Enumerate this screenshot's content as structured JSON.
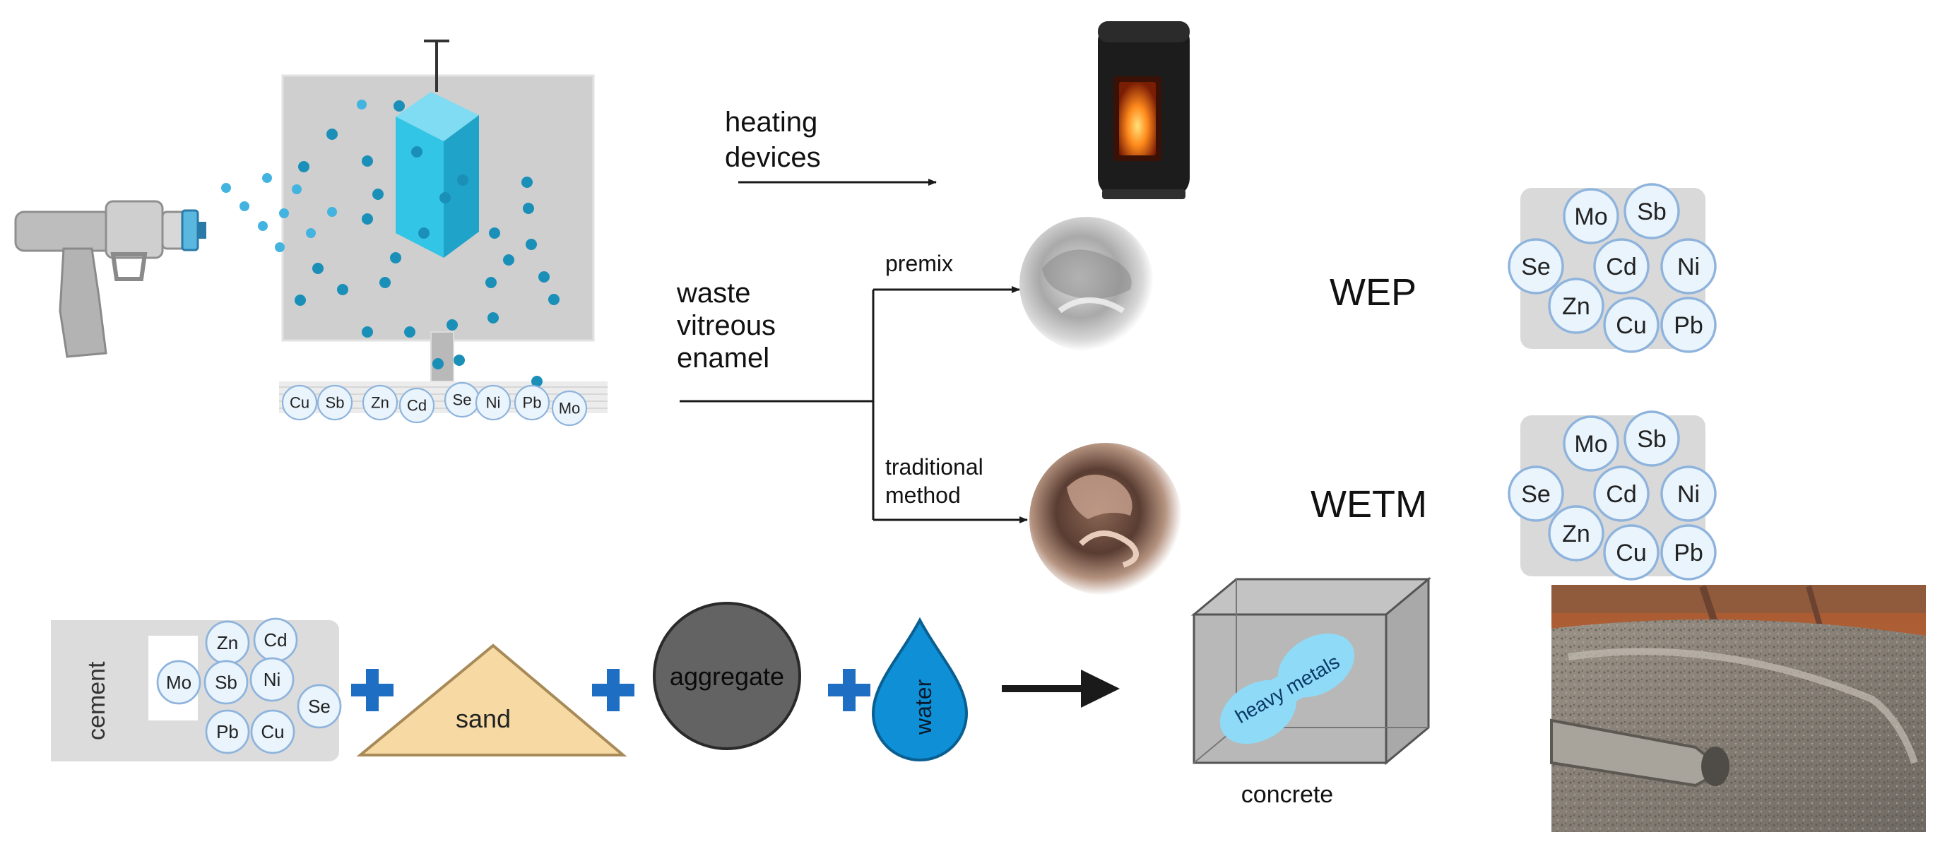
{
  "diagram": {
    "flow_labels": {
      "heating": "heating devices",
      "waste_line1": "waste",
      "waste_line2": "vitreous",
      "waste_line3": "enamel",
      "premix": "premix",
      "traditional_line1": "traditional",
      "traditional_line2": "method",
      "wep": "WEP",
      "wetm": "WETM"
    },
    "spray_booth_metals": [
      "Cu",
      "Sb",
      "Zn",
      "Cd",
      "Se",
      "Ni",
      "Pb",
      "Mo"
    ],
    "metal_cluster": [
      "Mo",
      "Sb",
      "Se",
      "Cd",
      "Ni",
      "Zn",
      "Cu",
      "Pb"
    ],
    "concrete_mix": {
      "cement": "cement",
      "cement_metals": [
        "Zn",
        "Cd",
        "Mo",
        "Sb",
        "Ni",
        "Se",
        "Pb",
        "Cu"
      ],
      "sand": "sand",
      "aggregate": "aggregate",
      "water": "water",
      "concrete": "concrete",
      "heavy_metals": "heavy metals"
    },
    "colors": {
      "booth": "#cfcfcf",
      "cube": "#33c5e5",
      "droplet": "#1a8fb8",
      "ion_fill": "#e9f4fc",
      "ion_stroke": "#8eb3dc",
      "plus": "#1e6fc3",
      "sand": "#f6d9a3",
      "aggregate": "#636363",
      "water": "#0e8fd6",
      "heavy_metals": "#8fdaf7"
    }
  }
}
